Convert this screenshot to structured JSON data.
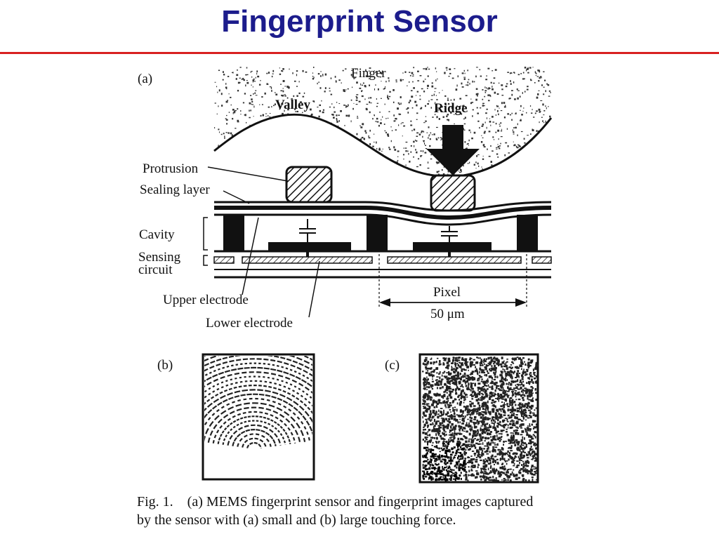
{
  "slide": {
    "title": "Fingerprint Sensor",
    "rule_color": "#d82020",
    "title_color": "#1c1c8c"
  },
  "figure": {
    "panel_a_label": "(a)",
    "panel_b_label": "(b)",
    "panel_c_label": "(c)",
    "labels": {
      "finger": "Finger",
      "valley": "Valley",
      "ridge": "Ridge",
      "protrusion": "Protrusion",
      "sealing_layer": "Sealing layer",
      "cavity": "Cavity",
      "sensing": "Sensing",
      "circuit": "circuit",
      "upper_electrode": "Upper electrode",
      "lower_electrode": "Lower electrode",
      "pixel": "Pixel",
      "pixel_size": "50 μm"
    },
    "caption_line1": "Fig. 1.    (a) MEMS fingerprint sensor and fingerprint images captured",
    "caption_line2": "by the sensor with (a) small and (b) large touching force."
  }
}
